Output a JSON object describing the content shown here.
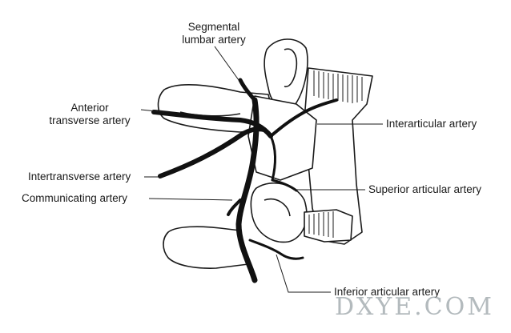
{
  "labels": {
    "segmental_line1": "Segmental",
    "segmental_line2": "lumbar artery",
    "anterior_line1": "Anterior",
    "anterior_line2": "transverse artery",
    "interarticular": "Interarticular artery",
    "intertransverse": "Intertransverse artery",
    "communicating": "Communicating artery",
    "superior_articular": "Superior articular artery",
    "inferior_articular": "Inferior articular artery"
  },
  "watermark": {
    "text": "DXYE.COM"
  },
  "colors": {
    "line": "#1a1a1a",
    "artery": "#111111",
    "watermark": "#9aa3a8"
  }
}
